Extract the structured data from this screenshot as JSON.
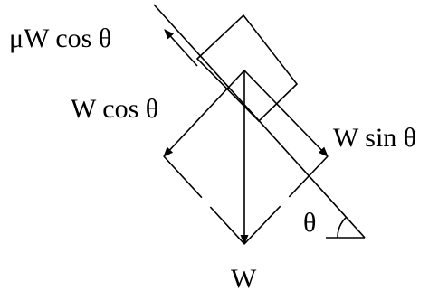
{
  "labels": {
    "friction": "μW cos θ",
    "normal_component": "W cos θ",
    "parallel_component": "W sin θ",
    "angle": "θ",
    "weight": "W"
  }
}
